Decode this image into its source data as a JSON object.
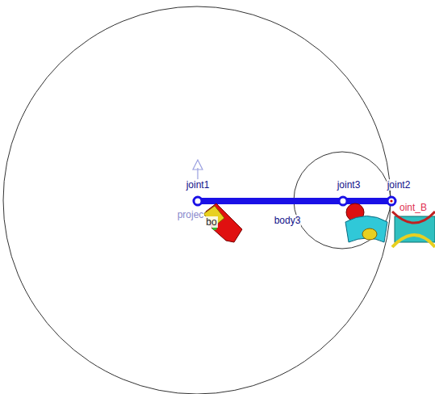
{
  "diagram": {
    "labels": [
      "joint1",
      "joint3",
      "joint2",
      "body3",
      "projec",
      "bo",
      "oint_B"
    ]
  }
}
